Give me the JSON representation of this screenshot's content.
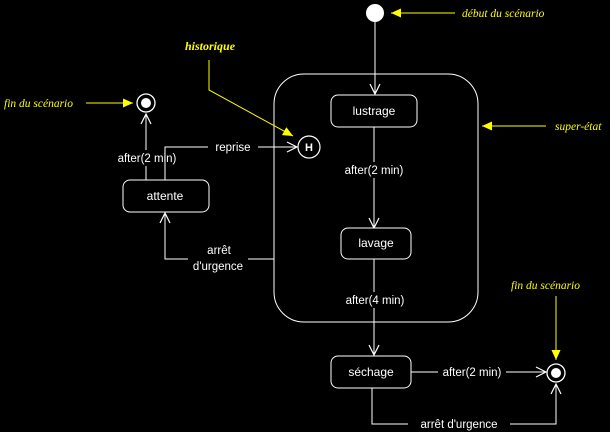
{
  "states": {
    "lustrage": "lustrage",
    "lavage": "lavage",
    "attente": "attente",
    "sechage": "séchage",
    "history": "H"
  },
  "transitions": {
    "lustrage_to_lavage": "after(2 min)",
    "superstate_to_sechage": "after(4 min)",
    "attente_to_end": "after(2 min)",
    "attente_to_history": "reprise",
    "superstate_to_attente_line1": "arrêt",
    "superstate_to_attente_line2": "d'urgence",
    "sechage_to_end": "after(2 min)",
    "sechage_emergency": "arrêt d'urgence"
  },
  "notes": {
    "start": "début du scénario",
    "end_left": "fin du scénario",
    "end_right": "fin du scénario",
    "history": "historique",
    "superstate": "super-état"
  },
  "colors": {
    "background": "#000000",
    "line": "#ffffff",
    "annotation": "#ffff00"
  }
}
